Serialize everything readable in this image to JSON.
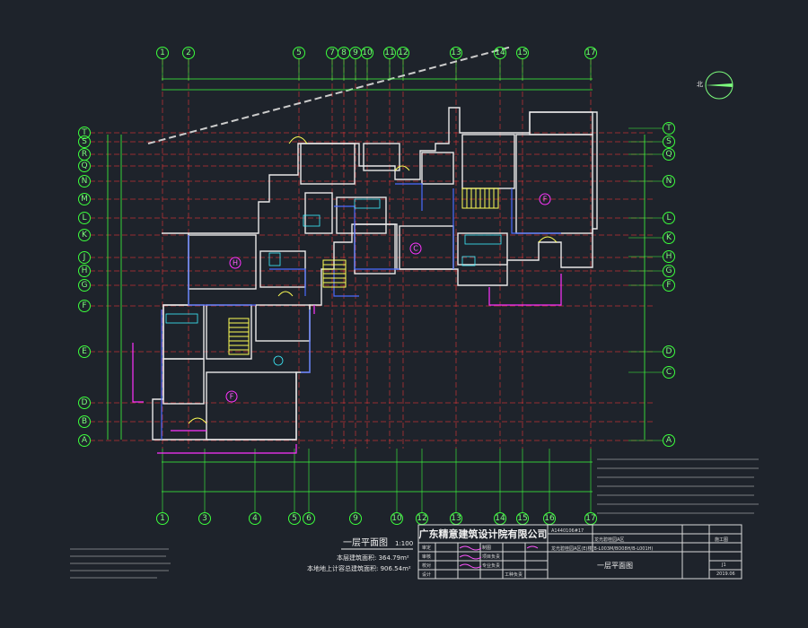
{
  "drawing": {
    "plan_title": "一层平面图",
    "scale": "1:100",
    "building_area": "本层建筑面积: 364.79m²",
    "total_area": "本地地上计容总建筑面积: 906.54m²",
    "company": "广东精意建筑设计院有限公司",
    "drawing_number": "A1440106#17",
    "sheet_name": "一层平面图",
    "sheet_code": "J1",
    "date": "2019.06",
    "project_row": "龙光碧桂园A区",
    "stage": "施工图",
    "building_label": "龙光碧桂园A区(E)楼(B-L003M/BO08H/B-L001H)",
    "roles": [
      "审定",
      "审核",
      "校对",
      "设计",
      "制图",
      "项目负责",
      "专业负责",
      "工种负责"
    ],
    "compass": "北"
  },
  "axes": {
    "top": [
      "1",
      "2",
      "5",
      "7",
      "8",
      "9",
      "10",
      "11",
      "12",
      "13",
      "14",
      "15",
      "17"
    ],
    "bottom": [
      "1",
      "3",
      "4",
      "5",
      "6",
      "9",
      "10",
      "12",
      "13",
      "14",
      "15",
      "16",
      "17"
    ],
    "left": [
      "T",
      "S",
      "R",
      "Q",
      "N",
      "M",
      "L",
      "K",
      "J",
      "H",
      "G",
      "F",
      "E",
      "D",
      "B",
      "A"
    ],
    "right": [
      "T",
      "S",
      "Q",
      "N",
      "L",
      "K",
      "H",
      "G",
      "F",
      "D",
      "C",
      "A"
    ]
  },
  "rooms": [
    "H",
    "C",
    "F",
    "F"
  ],
  "colors": {
    "grid": "#3cff3c",
    "axis_red": "#ff3a3a",
    "wall": "#e8e8e8",
    "door": "#ffff55",
    "magenta": "#ff33ff",
    "blue": "#4a6bff",
    "cyan": "#3cf0ff"
  }
}
